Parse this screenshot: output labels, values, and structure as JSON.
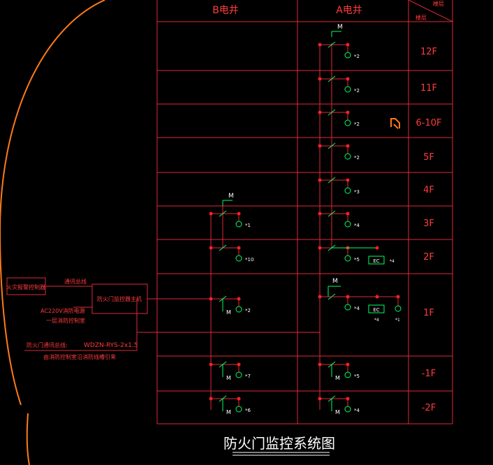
{
  "columns": {
    "b_shaft": "B电井",
    "a_shaft": "A电井",
    "corner_top": "楼层",
    "corner_bottom": "楼层"
  },
  "floors": [
    "12F",
    "11F",
    "6-10F",
    "5F",
    "4F",
    "3F",
    "2F",
    "1F",
    "-1F",
    "-2F"
  ],
  "device_labels": {
    "a": [
      "*2",
      "*2",
      "*2",
      "*2",
      "*3",
      "*4",
      "*5",
      "*4",
      "*5",
      "*4"
    ],
    "b": [
      "*1",
      "*10",
      "*2",
      "*7",
      "*6"
    ],
    "ec_2f": "EC",
    "ec_2f_count": "*4",
    "ec_1f": "EC",
    "ec_1f_count": "*4",
    "extra_1f": "*1",
    "m": "M"
  },
  "left_panel": {
    "fire_alarm_box": "火灾报警控制器",
    "comm_bus": "通讯总线",
    "monitor_host": "防火门监控器主机",
    "power_line1": "AC220V消防电源",
    "power_line2": "一层消防控制室",
    "fire_door_bus": "防火门通讯总线:",
    "cable_spec": "WDZN-RYS-2x1.5",
    "route_note": "由消防控制室沿消防线槽引来"
  },
  "title": "防火门监控系统图",
  "colors": {
    "frame": "#e0283a",
    "device": "#00ff66",
    "text": "#ff3b3b",
    "orange": "#ff7a1a"
  }
}
